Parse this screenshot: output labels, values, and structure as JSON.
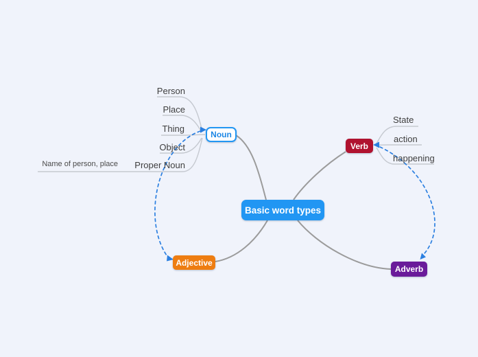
{
  "canvas": {
    "background": "#f0f3fb"
  },
  "root": {
    "label": "Basic word types",
    "fill": "#2196f3",
    "text_color": "#ffffff"
  },
  "branches": [
    {
      "label": "Noun",
      "fill": "#ffffff",
      "border": "#2196f3",
      "text_color": "#1e88e5",
      "children": [
        {
          "label": "Person"
        },
        {
          "label": "Place"
        },
        {
          "label": "Thing"
        },
        {
          "label": "Object"
        },
        {
          "label": "Proper Noun",
          "children": [
            {
              "label": "Name of person, place"
            }
          ]
        }
      ]
    },
    {
      "label": "Verb",
      "fill": "#b0122f",
      "text_color": "#ffffff",
      "children": [
        {
          "label": "State"
        },
        {
          "label": "action"
        },
        {
          "label": "happening"
        }
      ]
    },
    {
      "label": "Adjective",
      "fill": "#ee7d11",
      "text_color": "#ffffff",
      "children": []
    },
    {
      "label": "Adverb",
      "fill": "#6a1b9a",
      "text_color": "#ffffff",
      "children": []
    }
  ],
  "relationships": [
    {
      "from": "Adjective",
      "to": "Noun",
      "style": "dashed",
      "arrows": "both-ends",
      "color": "#2b7fe0"
    },
    {
      "from": "Adverb",
      "to": "Verb",
      "style": "dashed",
      "arrows": "both-ends",
      "color": "#2b7fe0"
    }
  ],
  "edge_colors": {
    "branch_curve": "#9b9b9b",
    "child_line": "#c5c9d0"
  }
}
